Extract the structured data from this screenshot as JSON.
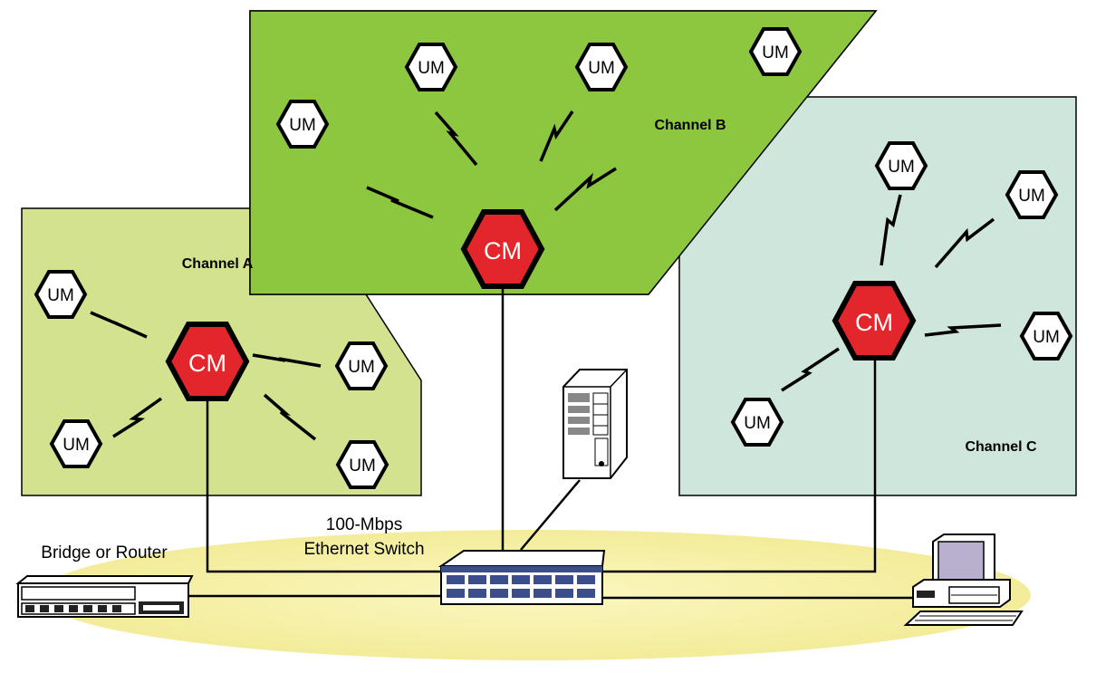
{
  "channels": [
    {
      "label": "Channel A",
      "fill": "#d3e28e"
    },
    {
      "label": "Channel B",
      "fill": "#8dc63f"
    },
    {
      "label": "Channel C",
      "fill": "#cfe6dc"
    }
  ],
  "node_labels": {
    "cm": "CM",
    "um": "UM"
  },
  "devices": {
    "switch_label_line1": "100-Mbps",
    "switch_label_line2": "Ethernet Switch",
    "bridge_label": "Bridge or Router"
  },
  "colors": {
    "cm_fill": "#e3262c",
    "um_fill": "#ffffff",
    "ellipse": "#f7f2a8",
    "line": "#000000"
  }
}
